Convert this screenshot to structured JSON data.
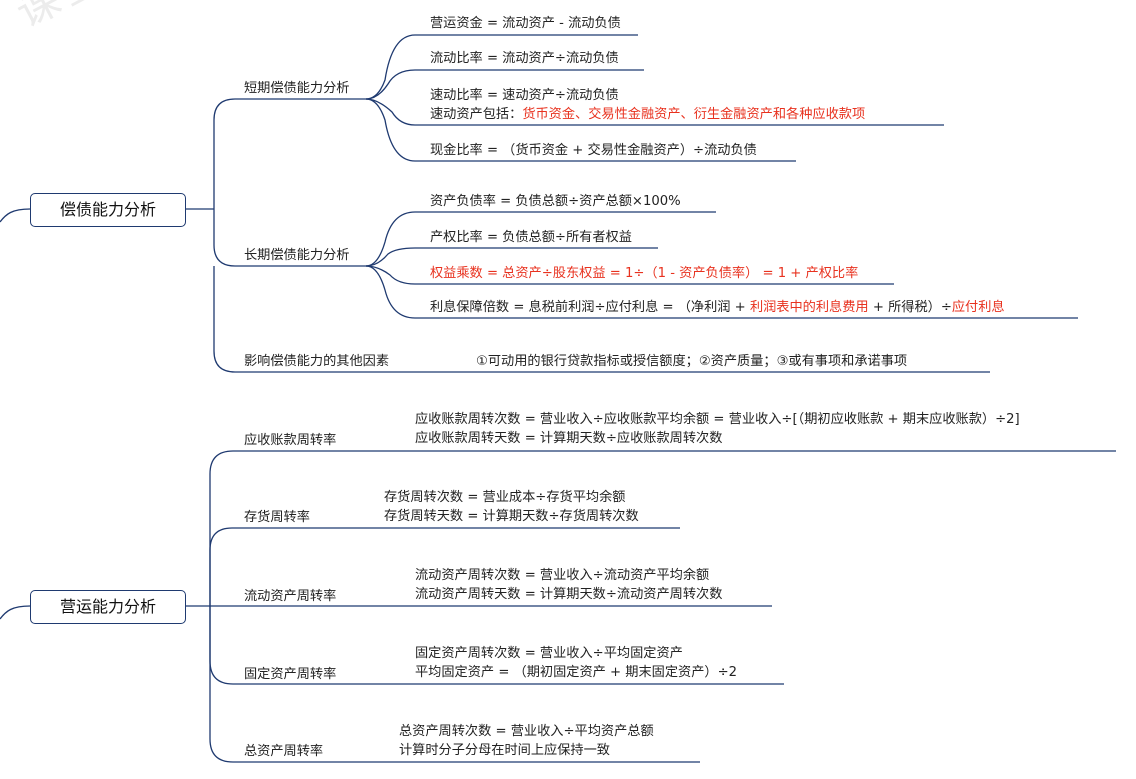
{
  "watermark": "课堂",
  "solvency": {
    "title": "偿债能力分析",
    "short_term": {
      "label": "短期偿债能力分析",
      "working_capital": "营运资金 = 流动资产 - 流动负债",
      "current_ratio": "流动比率 = 流动资产÷流动负债",
      "quick_ratio": "速动比率 = 速动资产÷流动负债",
      "quick_assets_prefix": "速动资产包括：",
      "quick_assets_items": "货币资金、交易性金融资产、衍生金融资产和各种应收款项",
      "cash_ratio": "现金比率 = （货币资金 + 交易性金融资产）÷流动负债"
    },
    "long_term": {
      "label": "长期偿债能力分析",
      "debt_ratio": "资产负债率 = 负债总额÷资产总额×100%",
      "equity_ratio": "产权比率 = 负债总额÷所有者权益",
      "equity_multiplier": "权益乘数 = 总资产÷股东权益 = 1÷（1 - 资产负债率） = 1 + 产权比率",
      "interest_prefix": "利息保障倍数 = 息税前利润÷应付利息 = （净利润 +",
      "interest_red1": "利润表中的利息费用",
      "interest_mid": "+ 所得税）÷",
      "interest_red2": "应付利息"
    },
    "other": {
      "label": "影响偿债能力的其他因素",
      "content": "①可动用的银行贷款指标或授信额度；②资产质量；③或有事项和承诺事项"
    }
  },
  "operation": {
    "title": "营运能力分析",
    "receivables": {
      "label": "应收账款周转率",
      "line1": "应收账款周转次数 = 营业收入÷应收账款平均余额 = 营业收入÷[（期初应收账款 + 期末应收账款）÷2]",
      "line2": "应收账款周转天数 = 计算期天数÷应收账款周转次数"
    },
    "inventory": {
      "label": "存货周转率",
      "line1": "存货周转次数 = 营业成本÷存货平均余额",
      "line2": "存货周转天数 = 计算期天数÷存货周转次数"
    },
    "current_assets": {
      "label": "流动资产周转率",
      "line1": "流动资产周转次数 = 营业收入÷流动资产平均余额",
      "line2": "流动资产周转天数 = 计算期天数÷流动资产周转次数"
    },
    "fixed_assets": {
      "label": "固定资产周转率",
      "line1": "固定资产周转次数 = 营业收入÷平均固定资产",
      "line2": "平均固定资产 = （期初固定资产 + 期末固定资产）÷2"
    },
    "total_assets": {
      "label": "总资产周转率",
      "line1": "总资产周转次数 = 营业收入÷平均资产总额",
      "line2": "计算时分子分母在时间上应保持一致"
    }
  }
}
